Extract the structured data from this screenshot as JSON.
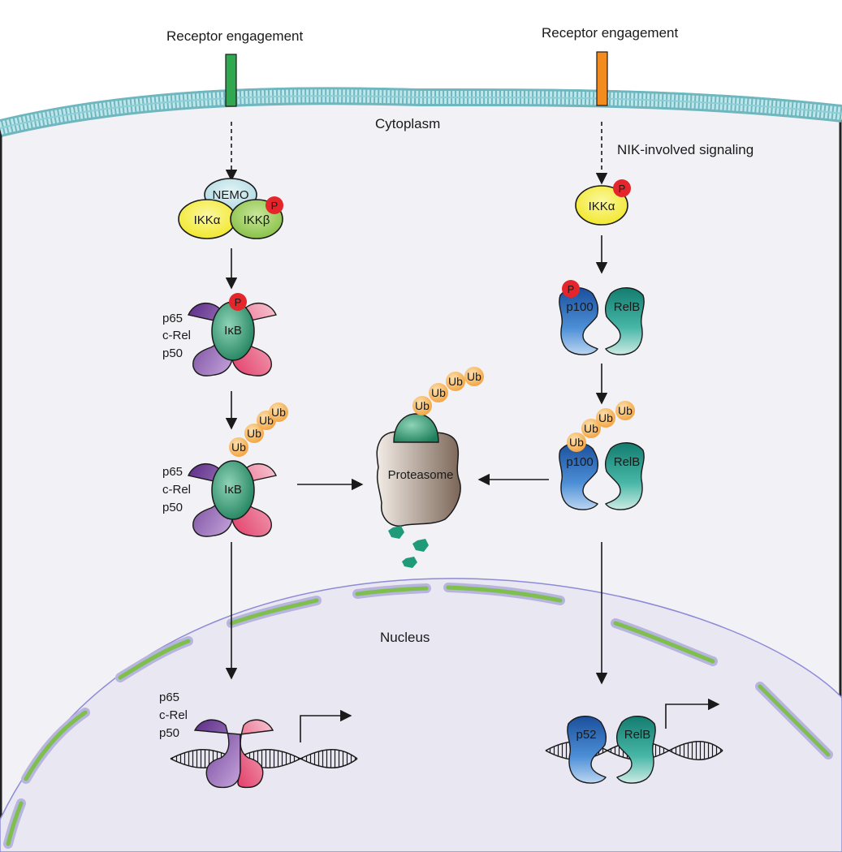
{
  "labels": {
    "receptor_left": "Receptor engagement",
    "receptor_right": "Receptor engagement",
    "cytoplasm": "Cytoplasm",
    "nik_signaling": "NIK-involved signaling",
    "nucleus": "Nucleus",
    "proteasome": "Proteasome"
  },
  "molecules": {
    "nemo": "NEMO",
    "ikk_alpha": "IKKα",
    "ikk_beta": "IKKβ",
    "ikk_alpha_right": "IKKα",
    "ikb": "IκB",
    "p100": "p100",
    "relb": "RelB",
    "p52": "p52",
    "phospho": "P",
    "ubiquitin": "Ub"
  },
  "subunit_list": [
    "p65",
    "c-Rel",
    "p50"
  ],
  "colors": {
    "membrane": "#9fd3d8",
    "receptor_left": "#2fa84f",
    "receptor_right": "#f28c1e",
    "ikk_alpha": "#f4ef2a",
    "ikk_beta": "#8cc63f",
    "nemo": "#bfe3ea",
    "phospho": "#e4262c",
    "ikb": "#1e8a63",
    "p100": "#2a6db5",
    "relb": "#1a9b8a",
    "purple": "#7b4a9e",
    "pink": "#e8577a",
    "ubiquitin": "#f5b24c",
    "proteasome": "#8d7b6e",
    "nucleus_fill": "#eceaf3",
    "nuclear_pore": "#7fbf4d"
  }
}
